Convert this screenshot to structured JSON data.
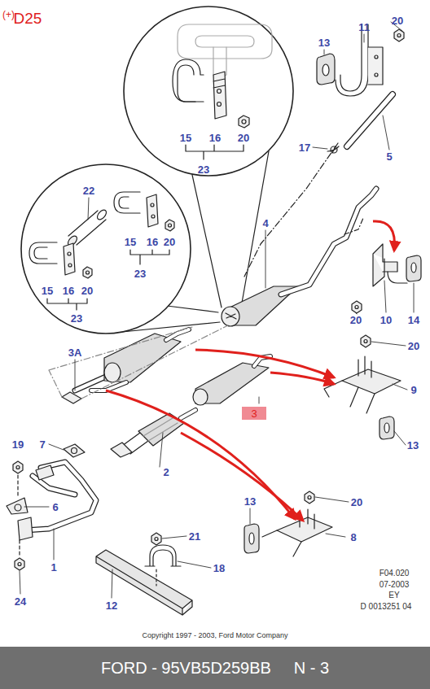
{
  "diagram": {
    "nodes": [
      {
        "text": [
          "3"
        ]
      },
      {
        "text": [
          "FORD - 95VB5D259BB     N - 3"
        ]
      }
    ],
    "labels": [
      "(+)",
      "D25",
      "20",
      "11",
      "13",
      "15",
      "16",
      "20",
      "23",
      "17",
      "5",
      "22",
      "15",
      "16",
      "20",
      "15",
      "16",
      "20",
      "23",
      "23",
      "4",
      "20",
      "10",
      "14",
      "3A",
      "20",
      "9",
      "19",
      "7",
      "2",
      "13",
      "6",
      "1",
      "13",
      "20",
      "8",
      "21",
      "18",
      "12",
      "24",
      "F04.020",
      "07-2003",
      "EY",
      "D 0013251 04",
      "Copyright 1997 - 2003, Ford Motor Company"
    ]
  }
}
